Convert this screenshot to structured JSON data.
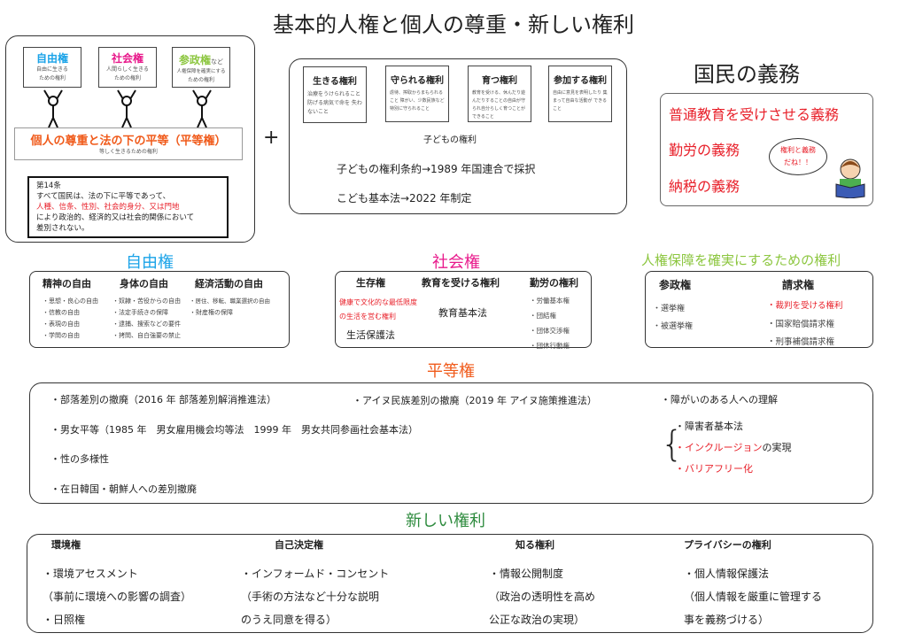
{
  "title": "基本的人権と個人の尊重・新しい権利",
  "colors": {
    "liberty": "#1aa3e8",
    "social": "#e8198b",
    "political": "#8cc63f",
    "equality": "#f05a1a",
    "red": "#e8202a",
    "new": "#2e8b3e"
  },
  "top_left": {
    "rights": [
      {
        "name": "自由権",
        "suffix": "",
        "desc1": "自由に生きる",
        "desc2": "ための権利"
      },
      {
        "name": "社会権",
        "suffix": "",
        "desc1": "人間らしく生きる",
        "desc2": "ための権利"
      },
      {
        "name": "参政権",
        "suffix": "など",
        "desc1": "人権保障を確実にする",
        "desc2": "ための権利"
      }
    ],
    "equality_title": "個人の尊重と法の下の平等（平等権）",
    "equality_sub": "等しく生きるための権利",
    "article": {
      "head": "第14条",
      "line1": "すべて国民は、法の下に平等であって、",
      "line2": "人種、信条、性別、社会的身分、又は門地",
      "line3": "により政治的、経済的又は社会的関係において",
      "line4": "差別されない。"
    }
  },
  "plus": "+",
  "children": {
    "rights": [
      {
        "name": "生きる権利",
        "desc": "治療をうけられること 防げる病気で命を 失わないこと"
      },
      {
        "name": "守られる権利",
        "desc": "虐待、搾取からまもられること 障がい、少数民族など特別に守られること"
      },
      {
        "name": "育つ権利",
        "desc": "教育を受ける、休んだり遊んだりすることの自由が守られ自分らしく育つことができること"
      },
      {
        "name": "参加する権利",
        "desc": "自由に意見を表明したり 集まって自由な活動が できること"
      }
    ],
    "caption": "子どもの権利",
    "line1": "子どもの権利条約→1989 年国連合で採択",
    "line2": "こども基本法→2022 年制定"
  },
  "duties": {
    "title": "国民の義務",
    "items": [
      "普通教育を受けさせる義務",
      "勤労の義務",
      "納税の義務"
    ],
    "bubble1": "権利と義務",
    "bubble2": "だね！！"
  },
  "liberty": {
    "title": "自由権",
    "cols": [
      {
        "head": "精神の自由",
        "items": [
          "・思想・良心の自由",
          "・信教の自由",
          "・表現の自由",
          "・学問の自由"
        ]
      },
      {
        "head": "身体の自由",
        "items": [
          "・奴隷・苦役からの自由",
          "・法定手続きの保障",
          "・逮捕、捜索などの要件",
          "・拷問、自白強要の禁止"
        ]
      },
      {
        "head": "経済活動の自由",
        "items": [
          "・居住、移転、職業選択の自由",
          "・財産権の保障"
        ]
      }
    ]
  },
  "social": {
    "title": "社会権",
    "survival_head": "生存権",
    "survival_red1": "健康で文化的な最低限度",
    "survival_red2": "の生活を営む権利",
    "survival_law": "生活保護法",
    "edu_head": "教育を受ける権利",
    "edu_law": "教育基本法",
    "labor_head": "勤労の権利",
    "labor_items": [
      "・労働基本権",
      "・団結権",
      "・団体交渉権",
      "・団体行動権"
    ]
  },
  "guarantee": {
    "title": "人権保障を確実にするための権利",
    "pol_head": "参政権",
    "pol_items": [
      "・選挙権",
      "・被選挙権"
    ],
    "claim_head": "請求権",
    "claim_items": [
      "・裁判を受ける権利",
      "・国家賠償請求権",
      "・刑事補償請求権"
    ]
  },
  "equality": {
    "title": "平等権",
    "items": [
      "・部落差別の撤廃（2016 年 部落差別解消推進法）",
      "・アイヌ民族差別の撤廃（2019 年 アイヌ施策推進法）",
      "・障がいのある人への理解",
      "・男女平等（1985 年　男女雇用機会均等法　1999 年　男女共同参画社会基本法）",
      "・性の多様性",
      "・在日韓国・朝鮮人への差別撤廃"
    ],
    "sub": [
      "・障害者基本法",
      "・インクルージョン",
      "の実現",
      "・バリアフリー化"
    ]
  },
  "new_rights": {
    "title": "新しい権利",
    "cols": [
      {
        "head": "環境権",
        "lines": [
          "・環境アセスメント",
          "（事前に環境への影響の調査）",
          "・日照権"
        ]
      },
      {
        "head": "自己決定権",
        "lines": [
          "・インフォームド・コンセント",
          "（手術の方法など十分な説明",
          "のうえ同意を得る）"
        ]
      },
      {
        "head": "知る権利",
        "lines": [
          "・情報公開制度",
          "（政治の透明性を高め",
          "公正な政治の実現）"
        ]
      },
      {
        "head": "プライバシーの権利",
        "lines": [
          "・個人情報保護法",
          "（個人情報を厳重に管理する",
          "事を義務づける）"
        ]
      }
    ]
  }
}
